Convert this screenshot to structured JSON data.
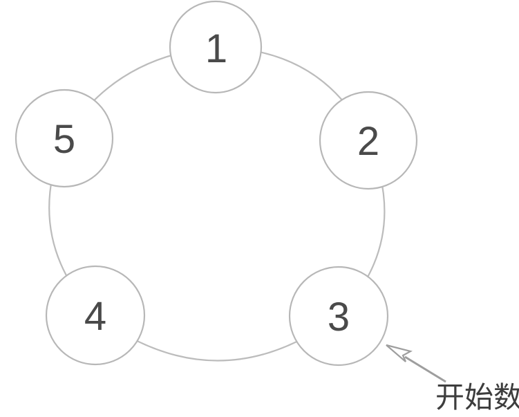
{
  "diagram": {
    "nodes": [
      {
        "label": "1"
      },
      {
        "label": "2"
      },
      {
        "label": "3"
      },
      {
        "label": "4"
      },
      {
        "label": "5"
      }
    ],
    "annotation": {
      "text": "开始数",
      "target_node_label": "3"
    },
    "colors": {
      "background": "#ffffff",
      "node_fill": "#ffffff",
      "node_stroke": "#b7b7b7",
      "ring_stroke": "#bcbcbc",
      "number_text": "#4a4a4a",
      "arrow": "#9e9e9e",
      "annotation_text": "#3d3d3d"
    }
  }
}
